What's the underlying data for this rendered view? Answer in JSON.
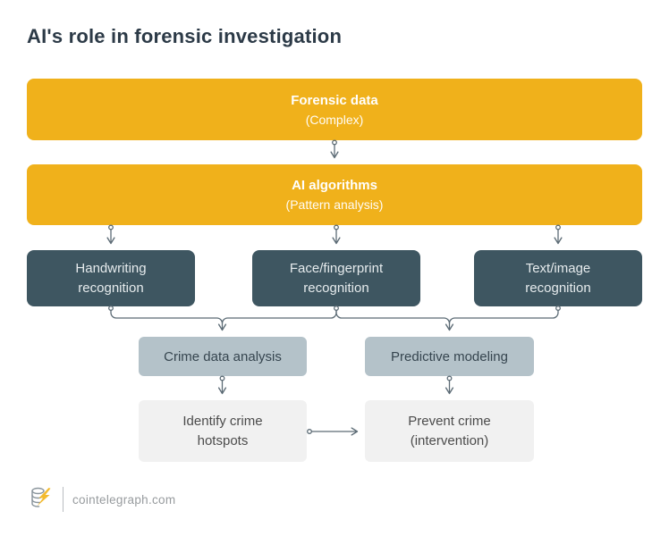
{
  "title": "AI's role in forensic investigation",
  "colors": {
    "brand_yellow": "#F0B11B",
    "dark_slate": "#3E5661",
    "mid_gray_blue": "#B4C2C9",
    "light_gray": "#F1F1F1",
    "connector": "#5C6B75",
    "title_text": "#2C3A47"
  },
  "flowchart": {
    "forensic": {
      "title": "Forensic data",
      "subtitle": "(Complex)"
    },
    "algorithms": {
      "title": "AI algorithms",
      "subtitle": "(Pattern analysis)"
    },
    "recognition": [
      {
        "lines": [
          "Handwriting",
          "recognition"
        ]
      },
      {
        "lines": [
          "Face/fingerprint",
          "recognition"
        ]
      },
      {
        "lines": [
          "Text/image",
          "recognition"
        ]
      }
    ],
    "analysis": [
      {
        "label": "Crime data analysis"
      },
      {
        "label": "Predictive modeling"
      }
    ],
    "outcomes": [
      {
        "lines": [
          "Identify crime",
          "hotspots"
        ]
      },
      {
        "lines": [
          "Prevent crime",
          "(intervention)"
        ]
      }
    ]
  },
  "footer": {
    "site": "cointelegraph.com"
  }
}
